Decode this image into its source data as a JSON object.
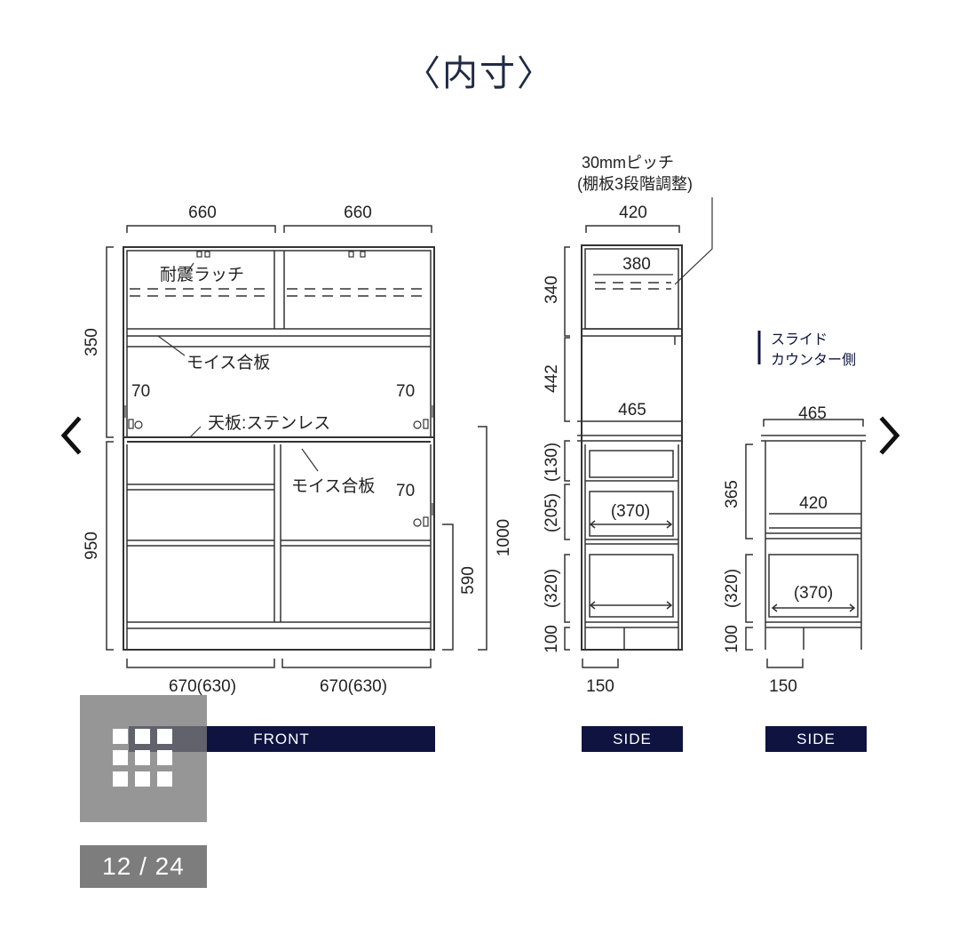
{
  "title": "〈内寸〉",
  "nav": {
    "prev_icon": "chevron-left-icon",
    "next_icon": "chevron-right-icon"
  },
  "counter": "12 / 24",
  "grid_button_icon": "grid-icon",
  "colors": {
    "navy": "#0e1340",
    "line": "#333333",
    "accent_bar": "#1a2150"
  },
  "front": {
    "label": "FRONT",
    "top_widths": [
      "660",
      "660"
    ],
    "bottom_widths": [
      "670(630)",
      "670(630)"
    ],
    "heights": [
      "350",
      "950"
    ],
    "right_heights": [
      "590",
      "1000"
    ],
    "latch": "耐震ラッチ",
    "moise_top": "モイス合板",
    "moise_bottom": "モイス合板",
    "top_plate": "天板:ステンレス",
    "dim_70_left": "70",
    "dim_70_right": "70",
    "dim_70_lower": "70"
  },
  "side1": {
    "label": "SIDE",
    "pitch_note_1": "30mmピッチ",
    "pitch_note_2": "(棚板3段階調整)",
    "top_width": "420",
    "inner_width": "380",
    "counter_width": "465",
    "heights": [
      "340",
      "442",
      "(130)",
      "(205)",
      "(320)",
      "100"
    ],
    "drawer_width": "(370)",
    "foot": "150"
  },
  "side2": {
    "label": "SIDE",
    "caption_1": "スライド",
    "caption_2": "カウンター側",
    "counter_width": "465",
    "inner_width": "420",
    "heights": [
      "365",
      "(320)",
      "100"
    ],
    "drawer_width": "(370)",
    "foot": "150"
  }
}
